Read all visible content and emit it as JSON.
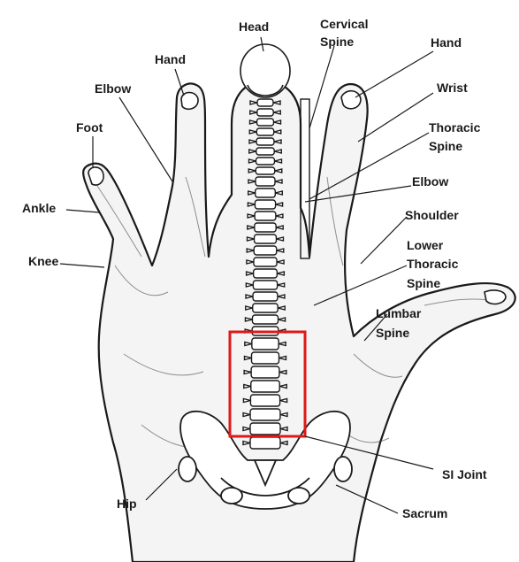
{
  "labels": {
    "head": "Head",
    "cervical_spine_1": "Cervical",
    "cervical_spine_2": "Spine",
    "hand_left": "Hand",
    "hand_right": "Hand",
    "elbow_left": "Elbow",
    "wrist": "Wrist",
    "foot": "Foot",
    "thoracic_spine_1": "Thoracic",
    "thoracic_spine_2": "Spine",
    "elbow_right": "Elbow",
    "ankle": "Ankle",
    "shoulder": "Shoulder",
    "knee": "Knee",
    "lower_thoracic_1": "Lower",
    "lower_thoracic_2": "Thoracic",
    "lower_thoracic_3": "Spine",
    "lumbar_spine_1": "Lumbar",
    "lumbar_spine_2": "Spine",
    "si_joint": "SI Joint",
    "hip": "Hip",
    "sacrum": "Sacrum"
  },
  "colors": {
    "ink": "#1a1a1a",
    "skin_shading": "#f2f2f2",
    "highlight_box": "#e01818"
  }
}
